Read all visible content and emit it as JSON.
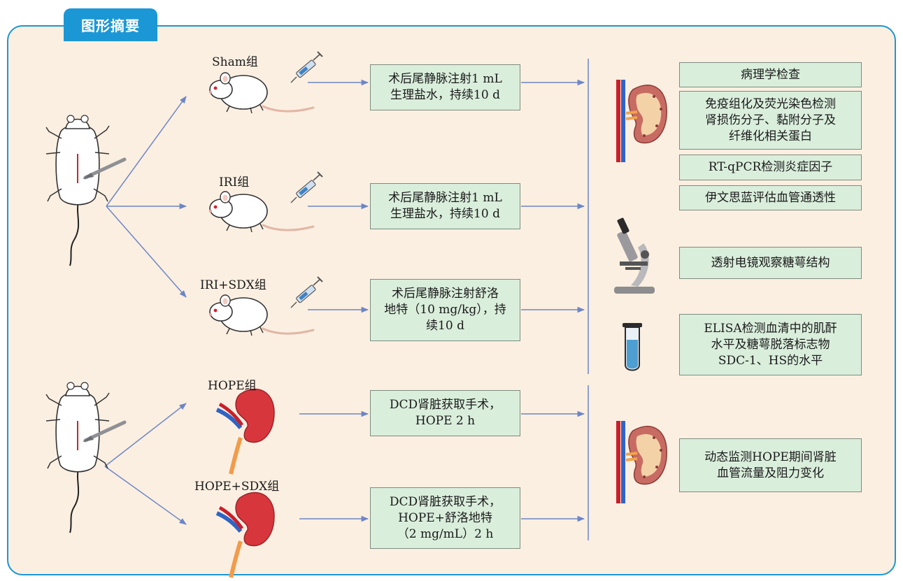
{
  "title": "图形摘要",
  "colors": {
    "frame_border": "#1b97d5",
    "frame_bg": "#fbefe1",
    "box_bg": "#daeedc",
    "arrow": "#6c86c6"
  },
  "groups": {
    "sham": "Sham组",
    "iri": "IRI组",
    "iri_sdx": "IRI+SDX组",
    "hope": "HOPE组",
    "hope_sdx": "HOPE+SDX组"
  },
  "treatments": {
    "sham": "术后尾静脉注射1 mL\n生理盐水，持续10 d",
    "iri": "术后尾静脉注射1 mL\n生理盐水，持续10 d",
    "iri_sdx": "术后尾静脉注射舒洛\n地特（10 mg/kg），持\n续10 d",
    "hope": "DCD肾脏获取手术，\nHOPE 2 h",
    "hope_sdx": "DCD肾脏获取手术，\nHOPE+舒洛地特\n（2 mg/mL）2 h"
  },
  "assays": {
    "pathology": "病理学检查",
    "ihc": "免疫组化及荧光染色检测\n肾损伤分子、黏附分子及\n纤维化相关蛋白",
    "rtqpcr": "RT-qPCR检测炎症因子",
    "evans_blue": "伊文思蓝评估血管通透性",
    "tem": "透射电镜观察糖萼结构",
    "elisa": "ELISA检测血清中的肌酐\n水平及糖萼脱落标志物\nSDC-1、HS的水平",
    "monitor": "动态监测HOPE期间肾脏\n血管流量及阻力变化"
  },
  "icons": [
    "rat-surgery-icon",
    "mouse-icon",
    "syringe-icon",
    "kidney-icon",
    "kidney-vessel-icon",
    "microscope-icon",
    "test-tube-icon",
    "scalpel-icon"
  ]
}
